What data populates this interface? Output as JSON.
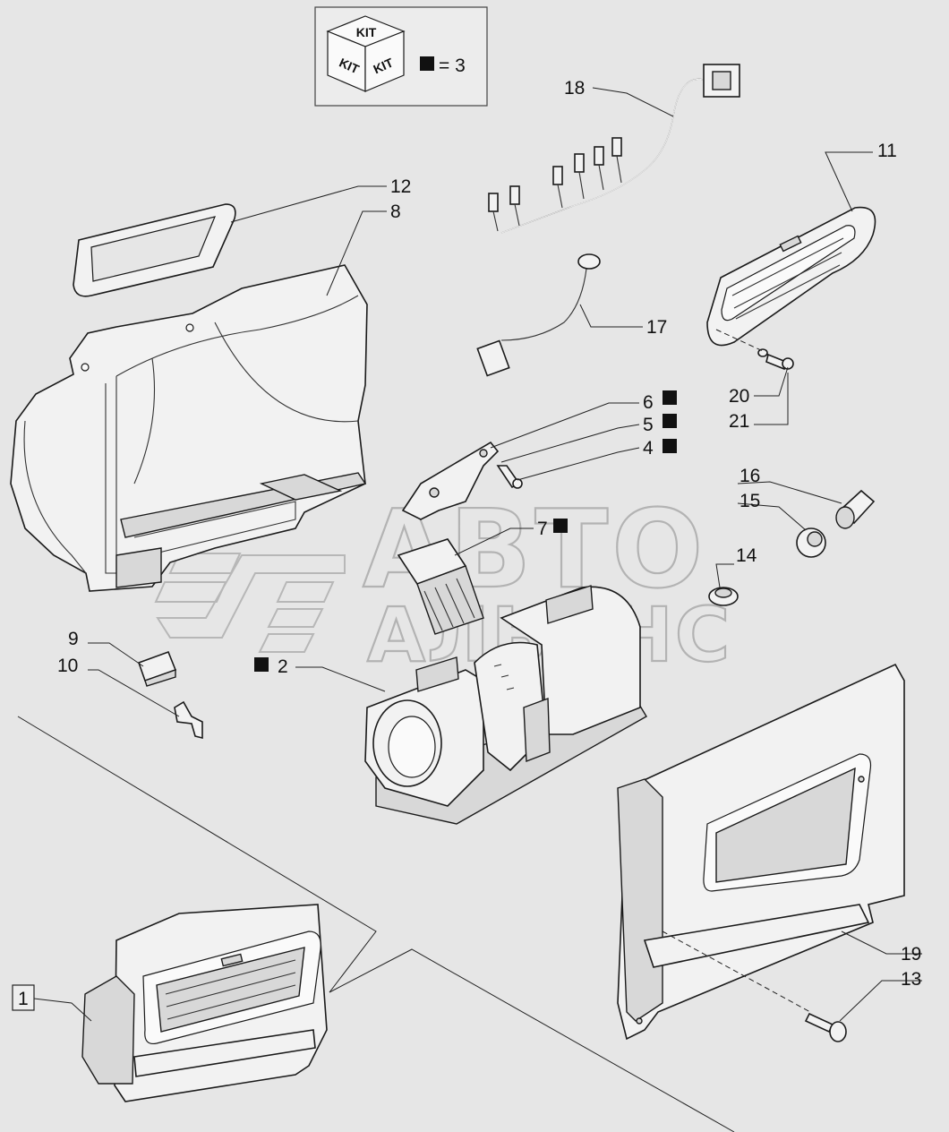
{
  "kit_legend": {
    "cube_labels": [
      "KIT",
      "KIT",
      "KIT"
    ],
    "marker_value": "= 3"
  },
  "watermark": {
    "line1": "АВТО",
    "line2": "АЛЬЯНС"
  },
  "callouts": [
    {
      "id": "c1",
      "label": "1",
      "boxed": true
    },
    {
      "id": "c2",
      "label": "2",
      "marker": true
    },
    {
      "id": "c4",
      "label": "4",
      "marker": true
    },
    {
      "id": "c5",
      "label": "5",
      "marker": true
    },
    {
      "id": "c6",
      "label": "6",
      "marker": true
    },
    {
      "id": "c7",
      "label": "7",
      "marker": true
    },
    {
      "id": "c8",
      "label": "8"
    },
    {
      "id": "c9",
      "label": "9"
    },
    {
      "id": "c10",
      "label": "10"
    },
    {
      "id": "c11",
      "label": "11"
    },
    {
      "id": "c12",
      "label": "12"
    },
    {
      "id": "c13",
      "label": "13"
    },
    {
      "id": "c14",
      "label": "14"
    },
    {
      "id": "c15",
      "label": "15"
    },
    {
      "id": "c16",
      "label": "16"
    },
    {
      "id": "c17",
      "label": "17"
    },
    {
      "id": "c18",
      "label": "18"
    },
    {
      "id": "c19",
      "label": "19"
    },
    {
      "id": "c20",
      "label": "20"
    },
    {
      "id": "c21",
      "label": "21"
    }
  ],
  "colors": {
    "background": "#e6e6e6",
    "line": "#1a1a1a",
    "watermark": "#8a8a8a"
  }
}
